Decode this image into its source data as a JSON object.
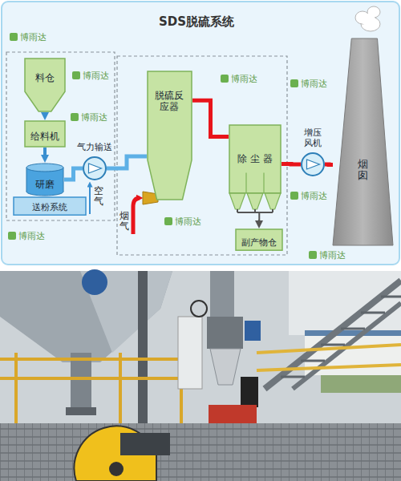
{
  "diagram": {
    "title": "SDS脱硫系统",
    "nodes": [
      {
        "text": [
          "料仓"
        ]
      },
      {
        "text": [
          "给料机"
        ]
      },
      {
        "text": [
          "研磨"
        ]
      },
      {
        "text": [
          "送粉系统"
        ]
      },
      {
        "text": [
          "气力输送"
        ]
      },
      {
        "text": [
          "脱硫反应器"
        ]
      },
      {
        "text": [
          "除 尘 器"
        ]
      },
      {
        "text": [
          "副产物仓"
        ]
      },
      {
        "text": [
          "增压风机"
        ]
      },
      {
        "text": [
          "烟囱"
        ]
      }
    ],
    "edges": [
      {
        "from": 0,
        "to": 1,
        "arrow": "to"
      },
      {
        "from": 1,
        "to": 2,
        "arrow": "to"
      },
      {
        "from": 2,
        "to": 4,
        "arrow": "none"
      },
      {
        "from": 4,
        "to": 5,
        "arrow": "none"
      },
      {
        "from": 5,
        "to": 6,
        "arrow": "none"
      },
      {
        "from": 6,
        "to": 7,
        "arrow": "to"
      },
      {
        "from": 6,
        "to": 8,
        "arrow": "none"
      },
      {
        "from": 8,
        "to": 9,
        "arrow": "none"
      }
    ],
    "labels": [
      "空气",
      "烟气",
      "博雨达",
      "博雨达",
      "博雨达",
      "博雨达",
      "博雨达",
      "博雨达",
      "博雨达",
      "博雨达",
      "博雨达"
    ]
  }
}
